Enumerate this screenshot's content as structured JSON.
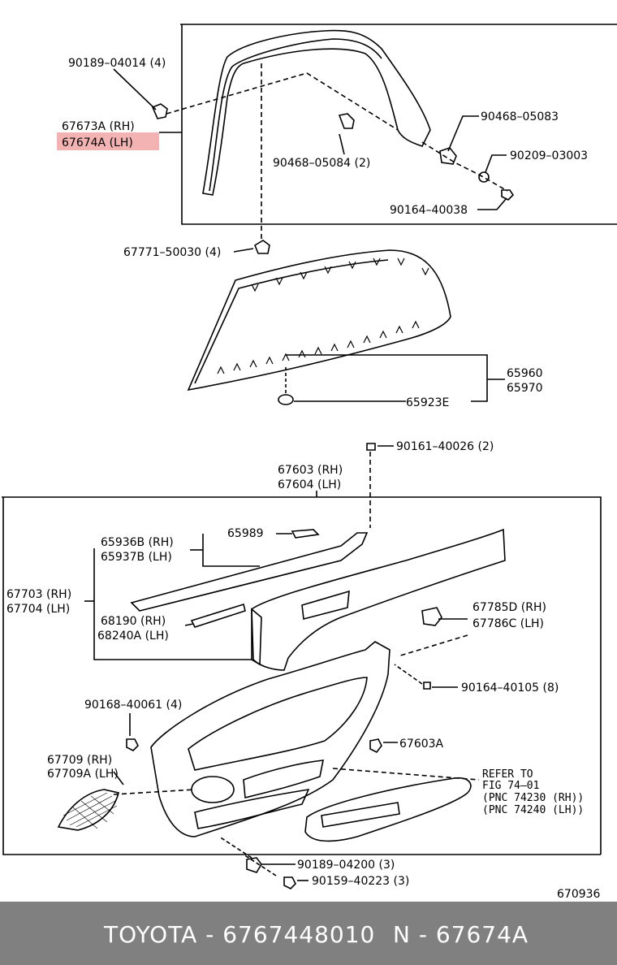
{
  "labels": {
    "p90189_04014": "90189–04014 (4)",
    "p67673A": "67673A (RH)",
    "p67674A": "67674A (LH)",
    "p90468_05084": "90468–05084 (2)",
    "p90468_05083": "90468–05083",
    "p90209_03003": "90209–03003",
    "p90164_40038": "90164–40038",
    "p67771_50030": "67771–50030 (4)",
    "p65960": "65960",
    "p65970": "65970",
    "p65923E": "65923E",
    "p90161_40026": "90161–40026 (2)",
    "p67603": "67603 (RH)",
    "p67604": "67604 (LH)",
    "p65936B": "65936B (RH)",
    "p65937B": "65937B (LH)",
    "p65989": "65989",
    "p67703": "67703 (RH)",
    "p67704": "67704 (LH)",
    "p68190": "68190 (RH)",
    "p68240A": "68240A (LH)",
    "p67785D": "67785D (RH)",
    "p67786C": "67786C (LH)",
    "p90164_40105": "90164–40105 (8)",
    "p90168_40061": "90168–40061 (4)",
    "p67603A": "67603A",
    "p67709": "67709 (RH)",
    "p67709A": "67709A (LH)",
    "refer1": "REFER TO",
    "refer2": "FIG 74–01",
    "refer3": "(PNC 74230 (RH))",
    "refer4": "(PNC 74240 (LH))",
    "p90189_04200": "90189–04200 (3)",
    "p90159_40223": "90159–40223 (3)",
    "fig_no": "670936"
  },
  "footer": {
    "brand_part": "TOYOTA - 6767448010",
    "ref_part": "N - 67674A"
  },
  "colors": {
    "highlight": "#f4b3b3",
    "footer_bg": "#808080",
    "footer_text": "#ffffff"
  }
}
